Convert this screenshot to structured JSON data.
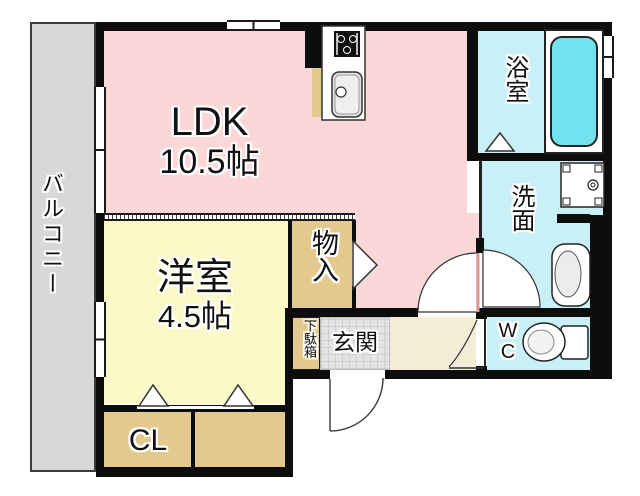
{
  "plan": {
    "title": "apartment floor plan",
    "balcony": {
      "label": "バルコニー"
    },
    "rooms": {
      "ldk": {
        "name": "LDK",
        "size": "10.5帖"
      },
      "western_room": {
        "name": "洋室",
        "size": "4.5帖"
      },
      "storage": {
        "name": "物入"
      },
      "bathroom": {
        "name": "浴室"
      },
      "washroom": {
        "name": "洗面"
      },
      "toilet": {
        "name": "W C"
      },
      "entrance": {
        "name": "玄関"
      },
      "shoe_box": {
        "name": "下駄箱"
      },
      "closet": {
        "name": "CL"
      }
    },
    "icons": [
      "kitchen-stove-icon",
      "kitchen-sink-icon",
      "bathtub-icon",
      "washing-machine-pan-icon",
      "washbasin-icon",
      "toilet-icon"
    ],
    "colors": {
      "ldk_pink": "#fbd7d7",
      "room_yellow": "#fcf9c8",
      "closet_tan": "#e4c98f",
      "wet_area_cyan": "#c8f0f6",
      "bathtub_cyan": "#72e3ee",
      "entrance_cream": "#f4ecd7",
      "balcony_gray": "#d8d8d8",
      "wall_black": "#0d0d0d"
    }
  }
}
